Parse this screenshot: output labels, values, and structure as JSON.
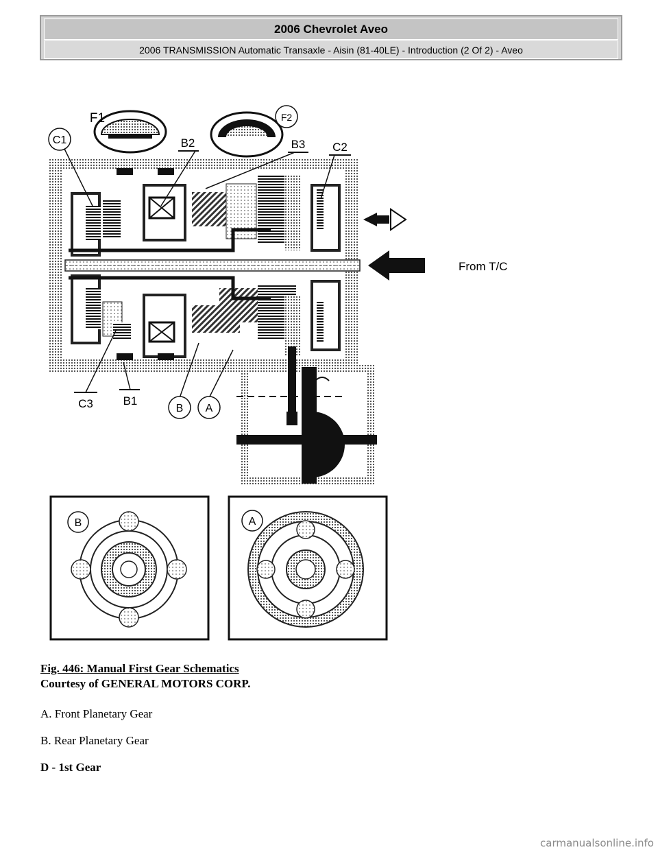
{
  "header": {
    "title": "2006 Chevrolet Aveo",
    "subtitle": "2006 TRANSMISSION Automatic Transaxle - Aisin (81-40LE) - Introduction (2 Of 2) - Aveo"
  },
  "schematic": {
    "labels": {
      "f1": "F1",
      "f2": "F2",
      "c1": "C1",
      "b2": "B2",
      "b3": "B3",
      "c2": "C2",
      "c3": "C3",
      "b1": "B1",
      "b": "B",
      "a": "A",
      "from_tc": "From T/C",
      "detail_b": "B",
      "detail_a": "A"
    }
  },
  "caption": {
    "figure_title": "Fig. 446: Manual First Gear Schematics",
    "courtesy": "Courtesy of GENERAL MOTORS CORP.",
    "legend_a": "A. Front Planetary Gear",
    "legend_b": "B. Rear Planetary Gear",
    "gear_heading": "D - 1st Gear"
  },
  "watermark": "carmanualsonline.info"
}
